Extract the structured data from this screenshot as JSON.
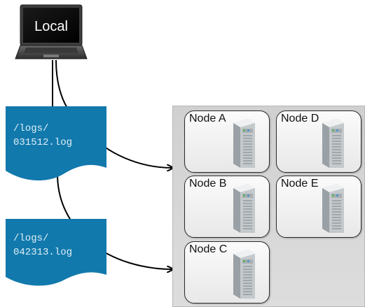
{
  "local": {
    "label": "Local",
    "icon": "laptop-icon"
  },
  "files": [
    {
      "line1": "/logs/",
      "line2": "031512.log",
      "icon": "document-icon"
    },
    {
      "line1": "/logs/",
      "line2": "042313.log",
      "icon": "document-icon"
    }
  ],
  "cluster": {
    "nodes": [
      {
        "label": "Node A",
        "icon": "server-icon"
      },
      {
        "label": "Node D",
        "icon": "server-icon"
      },
      {
        "label": "Node B",
        "icon": "server-icon"
      },
      {
        "label": "Node E",
        "icon": "server-icon"
      },
      {
        "label": "Node C",
        "icon": "server-icon"
      }
    ]
  },
  "colors": {
    "document": "#1279ad",
    "cluster_bg": "#d6d6d6",
    "node_border": "#2b2b2b",
    "line": "#000000"
  }
}
